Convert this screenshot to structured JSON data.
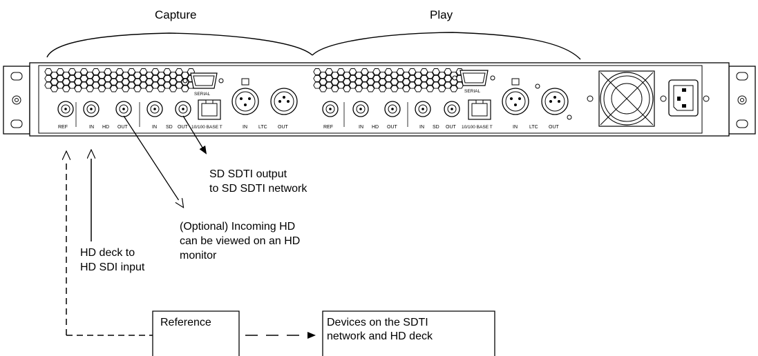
{
  "sections": {
    "capture": "Capture",
    "play": "Play"
  },
  "panel": {
    "capture": {
      "ref": "REF",
      "hd_in": "IN",
      "hd": "HD",
      "hd_out": "OUT",
      "sd_in": "IN",
      "sd": "SD",
      "sd_out": "OUT",
      "ethernet": "10/100 BASE T",
      "serial": "SERIAL",
      "ltc_in": "IN",
      "ltc": "LTC",
      "ltc_out": "OUT"
    },
    "play": {
      "ref": "REF",
      "hd_in": "IN",
      "hd": "HD",
      "hd_out": "OUT",
      "sd_in": "IN",
      "sd": "SD",
      "sd_out": "OUT",
      "ethernet": "10/100 BASE T",
      "serial": "SERIAL",
      "ltc_in": "IN",
      "ltc": "LTC",
      "ltc_out": "OUT"
    }
  },
  "callouts": {
    "sd_sdti_output": [
      "SD SDTI output",
      "to SD SDTI network"
    ],
    "optional_hd": [
      "(Optional) Incoming HD",
      "can be viewed on an HD",
      "monitor"
    ],
    "hd_deck": [
      "HD deck to",
      "HD SDI input"
    ],
    "reference": "Reference",
    "devices": [
      "Devices on the SDTI",
      "network and HD deck"
    ]
  }
}
